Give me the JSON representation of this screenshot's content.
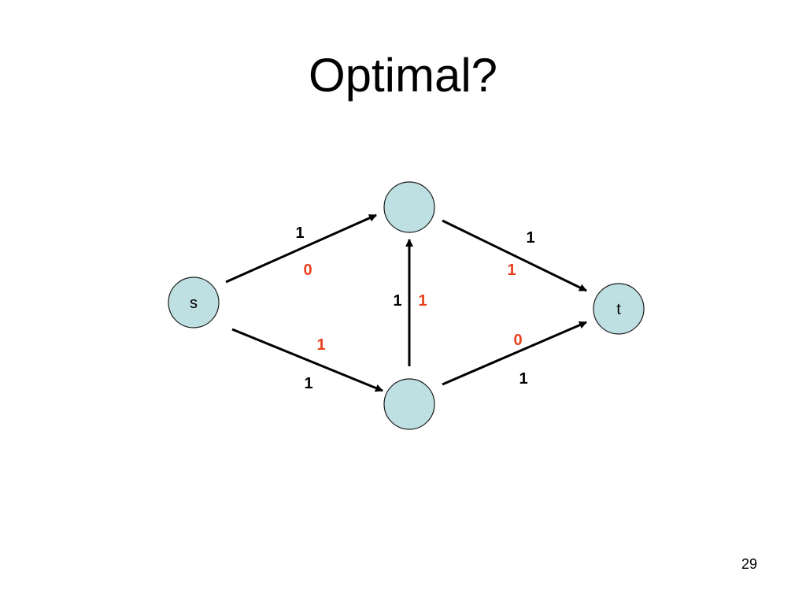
{
  "slide": {
    "title": "Optimal?",
    "page_number": "29"
  },
  "colors": {
    "node_fill": "#bfe0e3",
    "capacity_text": "#000000",
    "flow_text": "#e8401c"
  },
  "graph": {
    "nodes": {
      "s": {
        "label": "s"
      },
      "top": {
        "label": ""
      },
      "bottom": {
        "label": ""
      },
      "t": {
        "label": "t"
      }
    },
    "edges": {
      "s_top": {
        "from": "s",
        "to": "top",
        "capacity": "1",
        "flow": "0"
      },
      "s_bottom": {
        "from": "s",
        "to": "bottom",
        "capacity": "1",
        "flow": "1"
      },
      "bottom_top": {
        "from": "bottom",
        "to": "top",
        "capacity": "1",
        "flow": "1"
      },
      "top_t": {
        "from": "top",
        "to": "t",
        "capacity": "1",
        "flow": "1"
      },
      "bottom_t": {
        "from": "bottom",
        "to": "t",
        "capacity": "1",
        "flow": "0"
      }
    }
  }
}
